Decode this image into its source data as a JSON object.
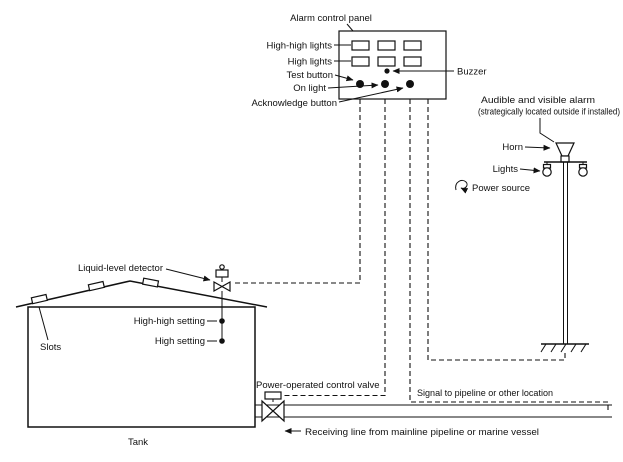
{
  "colors": {
    "ink": "#111111",
    "background": "#ffffff"
  },
  "panel": {
    "title": "Alarm control panel",
    "high_high_lights": "High-high lights",
    "high_lights": "High lights",
    "test_button": "Test button",
    "on_light": "On light",
    "acknowledge_button": "Acknowledge button",
    "buzzer": "Buzzer"
  },
  "alarm_assembly": {
    "description_line1": "Audible and visible alarm",
    "description_line2": "(strategically located outside if installed)",
    "horn": "Horn",
    "lights": "Lights",
    "power_source": "Power source"
  },
  "tank": {
    "name": "Tank",
    "slots": "Slots",
    "detector": "Liquid-level detector",
    "high_high_setting": "High-high setting",
    "high_setting": "High setting"
  },
  "pipeline": {
    "valve": "Power-operated control valve",
    "signal": "Signal to pipeline or other location",
    "receiving_line": "Receiving line from mainline pipeline or marine vessel"
  }
}
